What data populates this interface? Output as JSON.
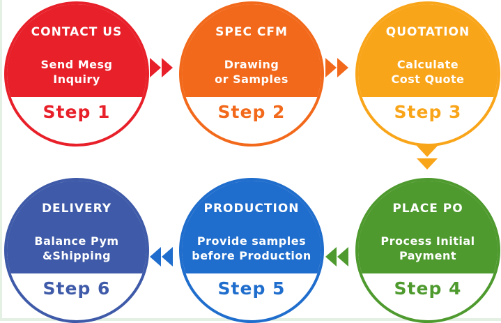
{
  "steps": [
    {
      "title": "CONTACT US",
      "line1": "Send Mesg",
      "line2": "Inquiry",
      "label": "Step 1",
      "color": "#e8202a"
    },
    {
      "title": "SPEC CFM",
      "line1": "Drawing",
      "line2": "or Samples",
      "label": "Step 2",
      "color": "#f2691b"
    },
    {
      "title": "QUOTATION",
      "line1": "Calculate",
      "line2": "Cost Quote",
      "label": "Step 3",
      "color": "#f9a51a"
    },
    {
      "title": "PLACE PO",
      "line1": "Process Initial",
      "line2": "Payment",
      "label": "Step 4",
      "color": "#4e9a2e"
    },
    {
      "title": "PRODUCTION",
      "line1": "Provide samples",
      "line2": "before Production",
      "label": "Step 5",
      "color": "#1f6dcc"
    },
    {
      "title": "DELIVERY",
      "line1": "Balance Pym",
      "line2": "&Shipping",
      "label": "Step 6",
      "color": "#3e5aa8"
    }
  ],
  "connectors": [
    {
      "from": "Step 1",
      "to": "Step 2",
      "color": "#e8202a"
    },
    {
      "from": "Step 2",
      "to": "Step 3",
      "color": "#f2691b"
    },
    {
      "from": "Step 3",
      "to": "Step 4",
      "color": "#f9a51a"
    },
    {
      "from": "Step 4",
      "to": "Step 5",
      "color": "#4e9a2e"
    },
    {
      "from": "Step 5",
      "to": "Step 6",
      "color": "#1f6dcc"
    }
  ]
}
